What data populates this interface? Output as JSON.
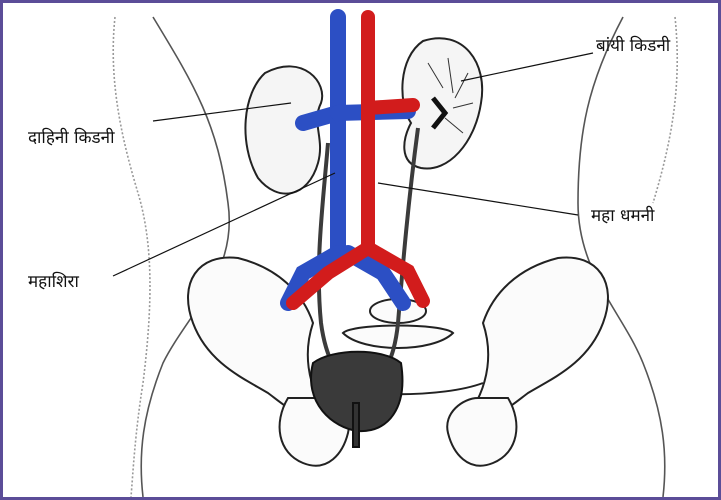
{
  "labels": {
    "left_kidney": "बांयी किडनी",
    "right_kidney": "दाहिनी किडनी",
    "aorta": "महा धमनी",
    "vena_cava": "महाशिरा"
  },
  "colors": {
    "frame": "#5b4d98",
    "vein": "#2c4fc4",
    "artery": "#d21c1c",
    "ureter": "#3b3b3b",
    "bladder": "#3a3a3a",
    "outline": "#222222"
  }
}
